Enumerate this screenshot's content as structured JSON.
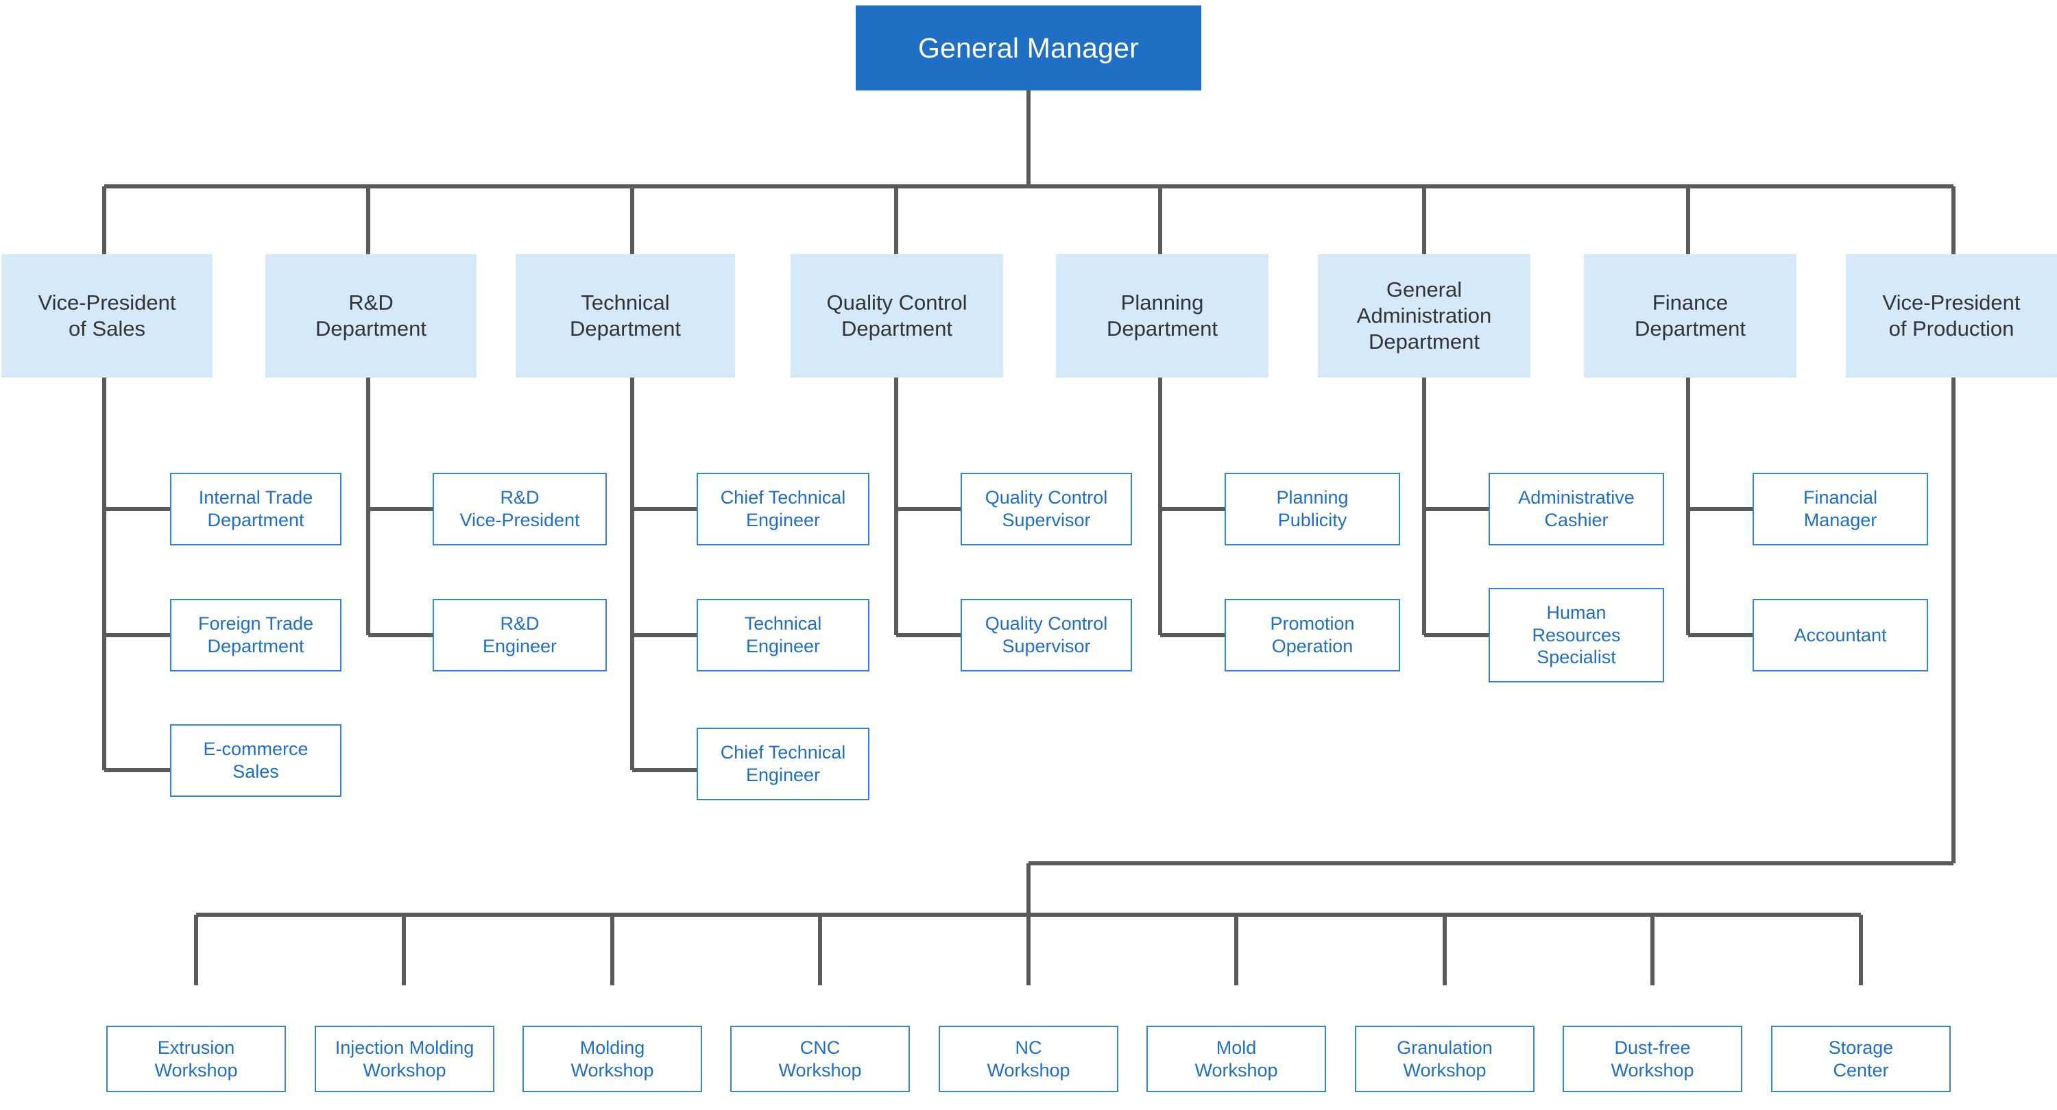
{
  "chart": {
    "type": "org-chart",
    "title": "General Manager",
    "colors": {
      "root_fill": "#1f6fc4",
      "root_text": "#ffffff",
      "dept_fill": "#d6e9f8",
      "dept_text": "#333333",
      "role_border": "#3385d6",
      "role_text": "#1f6fc4",
      "connector": "#5a5a5a",
      "background": "#ffffff"
    }
  },
  "root": {
    "label": "General Manager"
  },
  "departments": [
    {
      "label": "Vice-President\nof Sales"
    },
    {
      "label": "R&D\nDepartment"
    },
    {
      "label": "Technical\nDepartment"
    },
    {
      "label": "Quality Control\nDepartment"
    },
    {
      "label": "Planning\nDepartment"
    },
    {
      "label": "General\nAdministration\nDepartment"
    },
    {
      "label": "Finance\nDepartment"
    },
    {
      "label": "Vice-President\nof Production"
    }
  ],
  "roles": {
    "sales": [
      {
        "label": "Internal Trade\nDepartment"
      },
      {
        "label": "Foreign Trade\nDepartment"
      },
      {
        "label": "E-commerce\nSales"
      }
    ],
    "rd": [
      {
        "label": "R&D\nVice-President"
      },
      {
        "label": "R&D\nEngineer"
      }
    ],
    "technical": [
      {
        "label": "Chief Technical\nEngineer"
      },
      {
        "label": "Technical\nEngineer"
      },
      {
        "label": "Chief Technical\nEngineer"
      }
    ],
    "quality": [
      {
        "label": "Quality Control\nSupervisor"
      },
      {
        "label": "Quality Control\nSupervisor"
      }
    ],
    "planning": [
      {
        "label": "Planning\nPublicity"
      },
      {
        "label": "Promotion\nOperation"
      }
    ],
    "admin": [
      {
        "label": "Administrative\nCashier"
      },
      {
        "label": "Human\nResources\nSpecialist"
      }
    ],
    "finance": [
      {
        "label": "Financial\nManager"
      },
      {
        "label": "Accountant"
      }
    ]
  },
  "workshops": [
    {
      "label": "Extrusion\nWorkshop"
    },
    {
      "label": "Injection Molding\nWorkshop"
    },
    {
      "label": "Molding\nWorkshop"
    },
    {
      "label": "CNC\nWorkshop"
    },
    {
      "label": "NC\nWorkshop"
    },
    {
      "label": "Mold\nWorkshop"
    },
    {
      "label": "Granulation\nWorkshop"
    },
    {
      "label": "Dust-free\nWorkshop"
    },
    {
      "label": "Storage\nCenter"
    }
  ]
}
